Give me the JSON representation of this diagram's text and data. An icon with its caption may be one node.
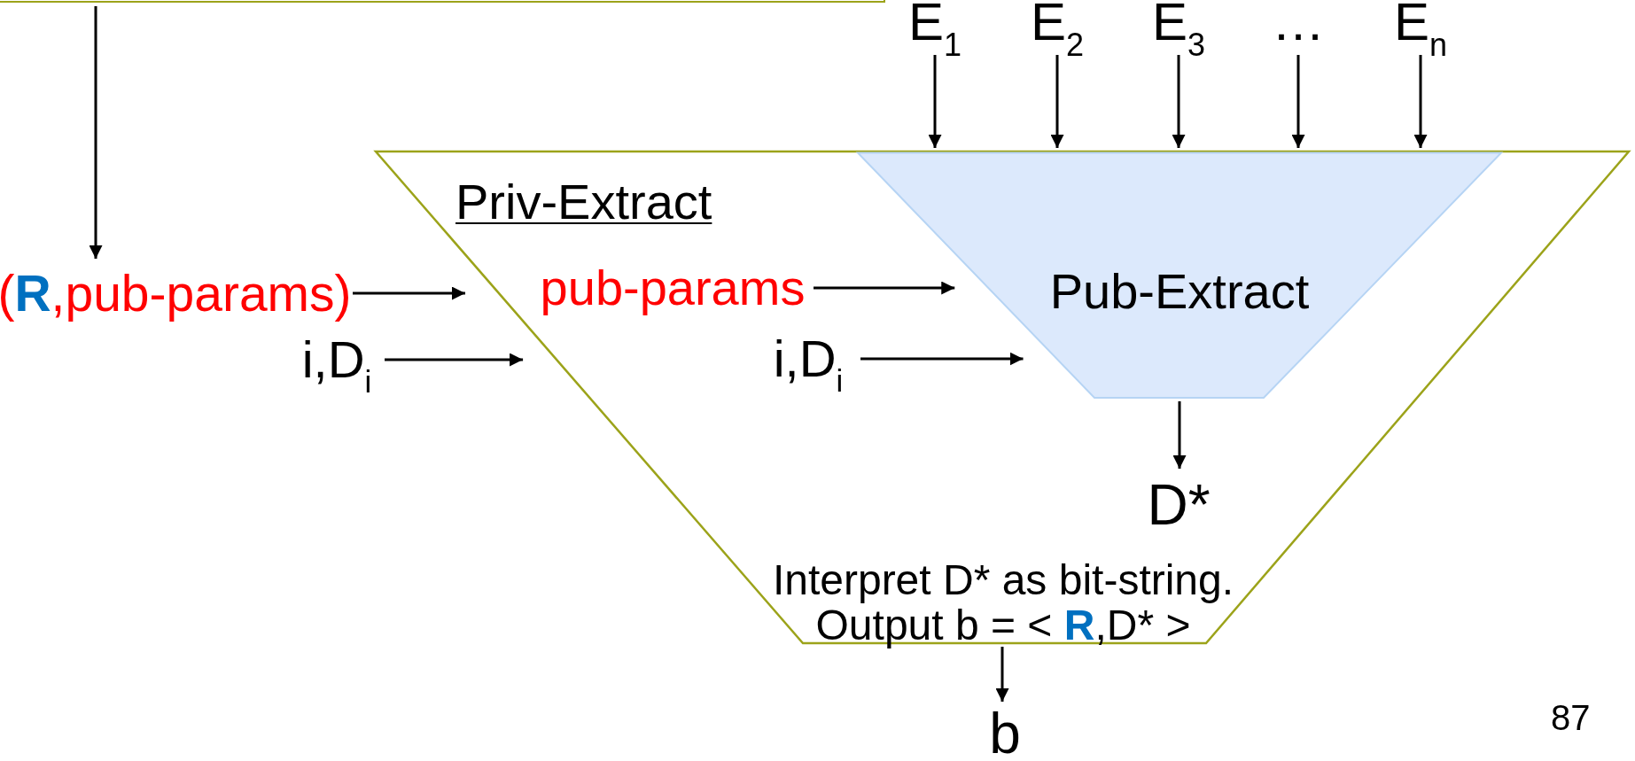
{
  "diagram": {
    "nodes": [
      {
        "text": [],
        "shape": "box"
      },
      {
        "text": [
          "E$_{1}$"
        ]
      },
      {
        "text": [
          "E$_{2}$"
        ]
      },
      {
        "text": [
          "E$_{3}$"
        ]
      },
      {
        "text": [
          "…"
        ]
      },
      {
        "text": [
          "E$_{n}$"
        ]
      },
      {
        "text": [
          "(**R**,pub-params)"
        ]
      },
      {
        "text": [
          "i,D$_{i}$"
        ]
      },
      {
        "text": [
          "Priv-Extract",
          "Interpret D* as bit-string.",
          "Output b = < **R**,D* >"
        ]
      },
      {
        "text": [
          "pub-params"
        ],
        "in": 8
      },
      {
        "text": [
          "i,D$_{i}$"
        ],
        "in": 8
      },
      {
        "text": [
          "Pub-Extract"
        ],
        "in": 8
      },
      {
        "text": [
          "D*"
        ],
        "in": 8
      },
      {
        "text": [
          "b"
        ]
      }
    ],
    "edges": [
      {
        "from": 0,
        "to": 6,
        "arrow": "to"
      },
      {
        "from": 1,
        "to": 11,
        "arrow": "to"
      },
      {
        "from": 2,
        "to": 11,
        "arrow": "to"
      },
      {
        "from": 3,
        "to": 11,
        "arrow": "to"
      },
      {
        "from": 4,
        "to": 11,
        "arrow": "to"
      },
      {
        "from": 5,
        "to": 11,
        "arrow": "to"
      },
      {
        "from": 6,
        "to": 8,
        "arrow": "to"
      },
      {
        "from": 7,
        "to": 8,
        "arrow": "to"
      },
      {
        "from": 9,
        "to": 11,
        "arrow": "to"
      },
      {
        "from": 10,
        "to": 11,
        "arrow": "to"
      },
      {
        "from": 11,
        "to": 12,
        "arrow": "to"
      },
      {
        "from": 8,
        "to": 13,
        "arrow": "to"
      }
    ],
    "labels": [
      "87"
    ]
  }
}
